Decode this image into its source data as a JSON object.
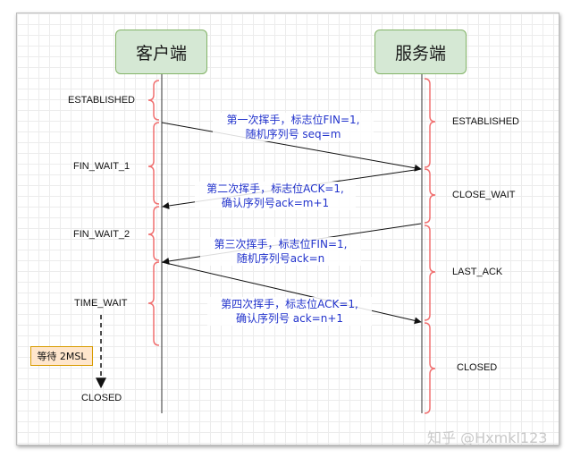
{
  "actors": {
    "client": "客户端",
    "server": "服务端"
  },
  "client_states": [
    "ESTABLISHED",
    "FIN_WAIT_1",
    "FIN_WAIT_2",
    "TIME_WAIT",
    "CLOSED"
  ],
  "server_states": [
    "ESTABLISHED",
    "CLOSE_WAIT",
    "LAST_ACK",
    "CLOSED"
  ],
  "messages": [
    {
      "line1": "第一次挥手，标志位FIN=1,",
      "line2": "随机序列号 seq=m"
    },
    {
      "line1": "第二次挥手，标志位ACK=1,",
      "line2": "确认序列号ack=m+1"
    },
    {
      "line1": "第三次挥手，标志位FIN=1,",
      "line2": "随机序列号ack=n"
    },
    {
      "line1": "第四次挥手，标志位ACK=1,",
      "line2": "确认序列号 ack=n+1"
    }
  ],
  "wait_note": "等待 2MSL",
  "watermark": "知乎 @Hxmkl123",
  "colors": {
    "actor_fill": "#d5e8d4",
    "actor_border": "#82b366",
    "brace": "#f07070",
    "message_text": "#2233cc",
    "note_fill": "#ffe6cc",
    "note_border": "#d79b00"
  }
}
